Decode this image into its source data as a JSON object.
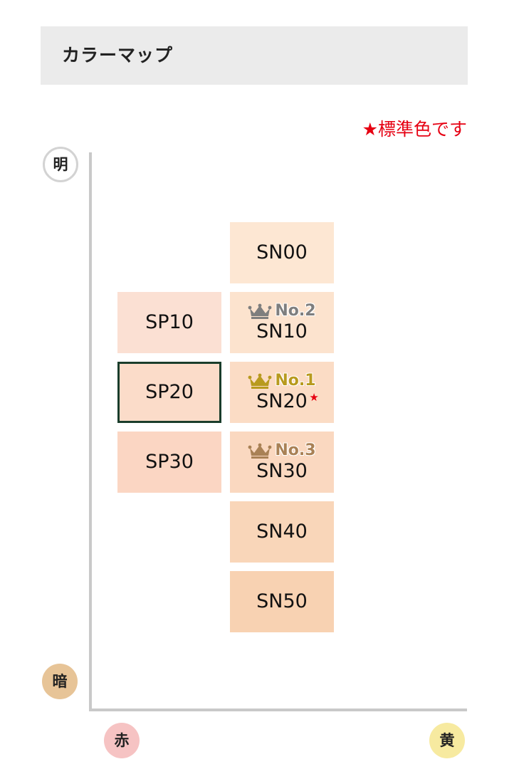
{
  "header": {
    "title": "カラーマップ"
  },
  "legend": {
    "standard_note": "★標準色です"
  },
  "axis": {
    "bright_label": "明",
    "dark_label": "暗",
    "red_label": "赤",
    "yellow_label": "黄"
  },
  "colors": {
    "header_bg": "#ebebeb",
    "note_red": "#e60012",
    "selected_border": "#1a3d2b",
    "rank_gold": "#b89a1e",
    "rank_silver": "#7e7e7e",
    "rank_bronze": "#a98155"
  },
  "swatches": {
    "sn00": {
      "code": "SN00",
      "color": "#fde7d3"
    },
    "sp10": {
      "code": "SP10",
      "color": "#fbe0d3"
    },
    "sn10": {
      "code": "SN10",
      "color": "#fce3ce",
      "rank": "No.2",
      "rank_icon": "crown-icon-silver"
    },
    "sp20": {
      "code": "SP20",
      "color": "#fbdcc9",
      "selected": true
    },
    "sn20": {
      "code": "SN20",
      "color": "#fbdcc5",
      "rank": "No.1",
      "rank_icon": "crown-icon-gold",
      "star": "★"
    },
    "sp30": {
      "code": "SP30",
      "color": "#fbd6c3"
    },
    "sn30": {
      "code": "SN30",
      "color": "#fad8c0",
      "rank": "No.3",
      "rank_icon": "crown-icon-bronze"
    },
    "sn40": {
      "code": "SN40",
      "color": "#f9d6b9"
    },
    "sn50": {
      "code": "SN50",
      "color": "#f8d2b2"
    }
  }
}
